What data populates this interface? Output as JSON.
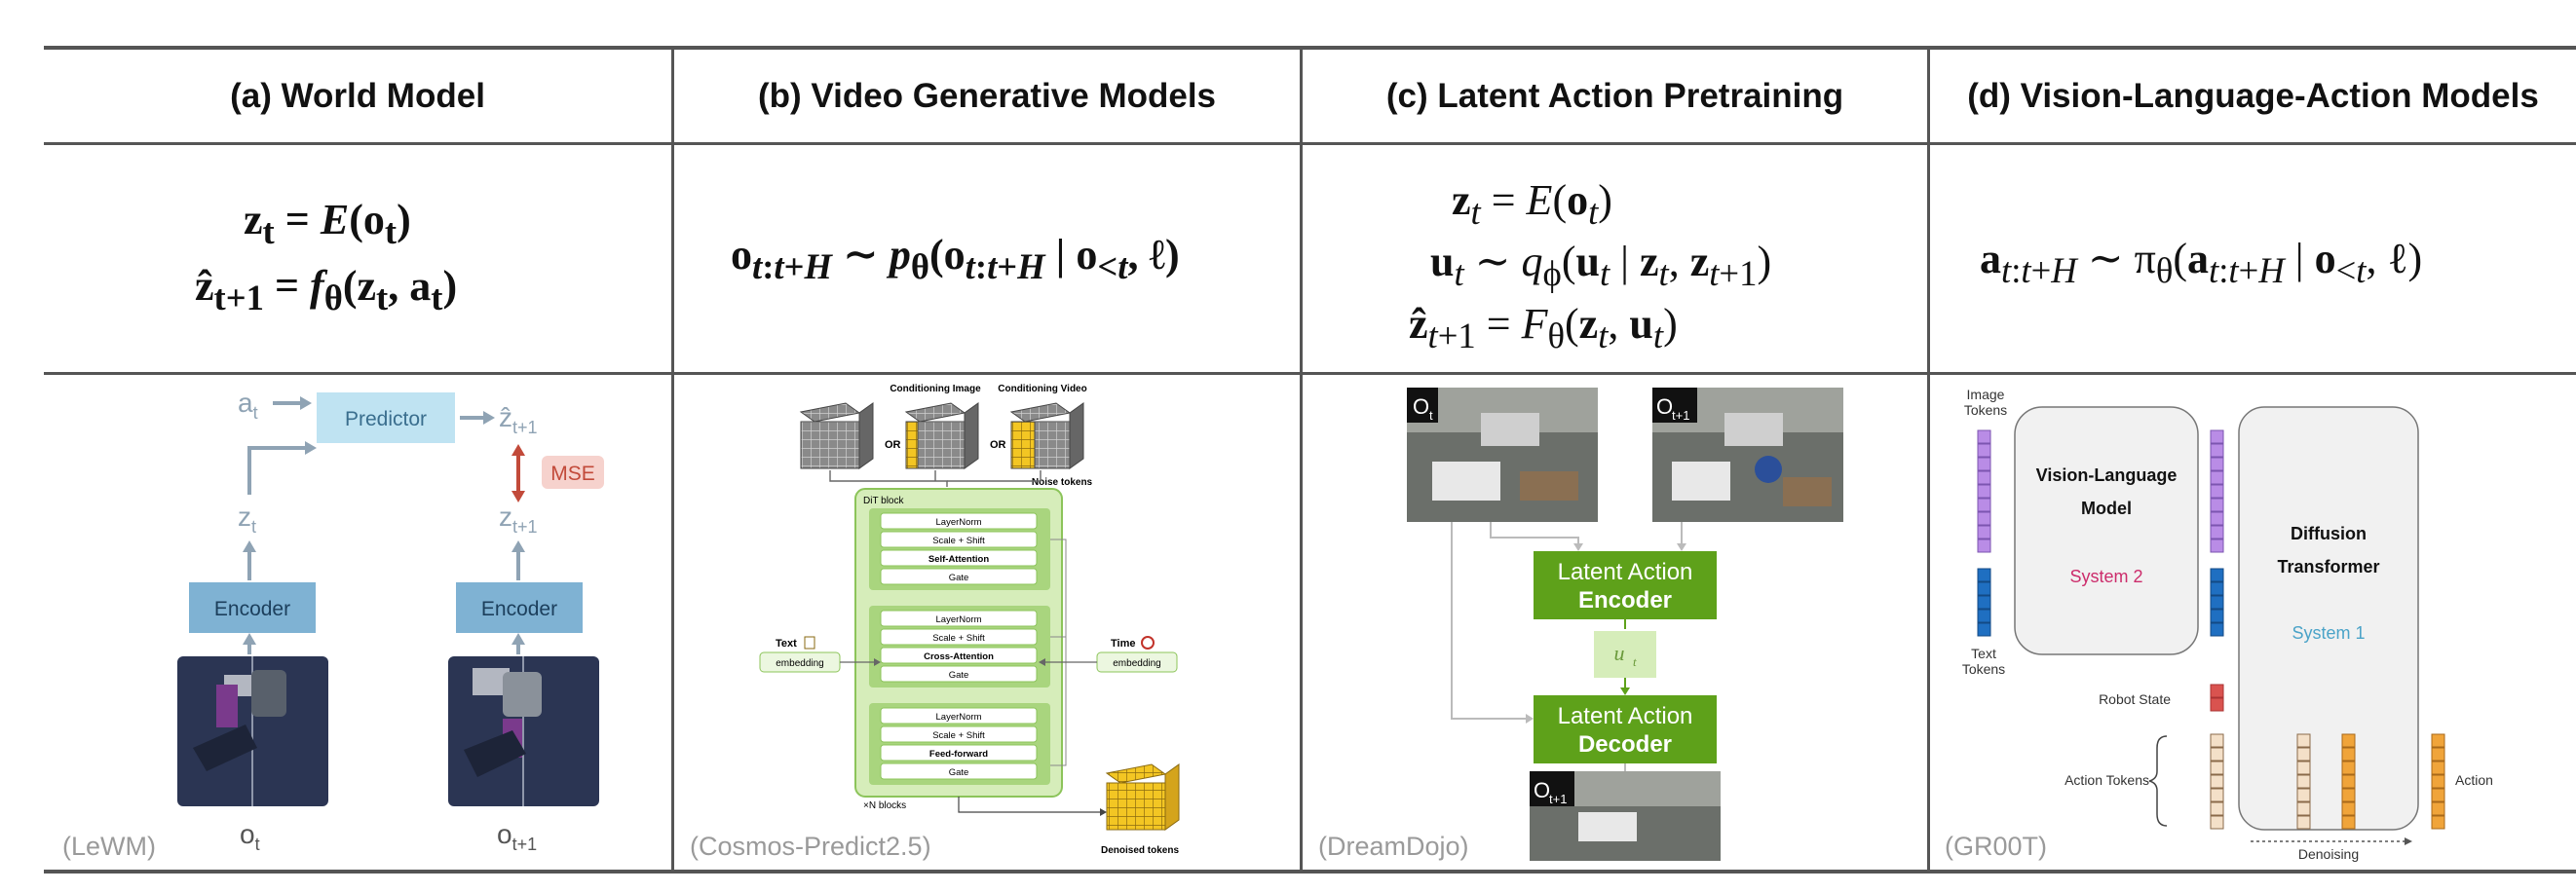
{
  "columns": [
    {
      "header": "(a) World Model",
      "equations": [
        "z<sub>t</sub> = <i>E</i>(o<sub>t</sub>)",
        "ẑ<sub>t+1</sub> = <i>f</i><sub>θ</sub>(z<sub>t</sub>, a<sub>t</sub>)"
      ],
      "source": "(LeWM)",
      "figure": {
        "a_t": "a",
        "a_t_sub": "t",
        "predictor": "Predictor",
        "zhat": "ẑ",
        "zhat_sub": "t+1",
        "mse": "MSE",
        "z_t": "z",
        "z_t_sub": "t",
        "z_t1": "z",
        "z_t1_sub": "t+1",
        "encoder_left": "Encoder",
        "encoder_right": "Encoder",
        "o_t": "o",
        "o_t_sub": "t",
        "o_t1": "o",
        "o_t1_sub": "t+1"
      }
    },
    {
      "header": "(b) Video Generative Models",
      "equation": "o<sub><i>t</i>:<i>t</i>+<i>H</i></sub> ∼ <i>p</i><sub>θ</sub>(o<sub><i>t</i>:<i>t</i>+<i>H</i></sub> | o<sub>&lt;<i>t</i></sub>, ℓ)",
      "source": "(Cosmos-Predict2.5)",
      "figure": {
        "conditioning_image": "Conditioning Image",
        "conditioning_video": "Conditioning Video",
        "or_1": "OR",
        "or_2": "OR",
        "noise_tokens": "Noise tokens",
        "dit_block": "DiT block",
        "blocks": [
          [
            "LayerNorm",
            "Scale + Shift",
            "Self-Attention",
            "Gate"
          ],
          [
            "LayerNorm",
            "Scale + Shift",
            "Cross-Attention",
            "Gate"
          ],
          [
            "LayerNorm",
            "Scale + Shift",
            "Feed-forward",
            "Gate"
          ]
        ],
        "text_label": "Text",
        "time_label": "Time",
        "embedding_left": "embedding",
        "embedding_right": "embedding",
        "n_blocks": "×N blocks",
        "denoised_tokens": "Denoised tokens"
      }
    },
    {
      "header": "(c) Latent Action Pretraining",
      "equations": [
        "<b>z</b><sub><i>t</i></sub> = <i>E</i>(<b>o</b><sub><i>t</i></sub>)",
        "<b>u</b><sub><i>t</i></sub> ∼ <i>q</i><sub>ϕ</sub>(<b>u</b><sub><i>t</i></sub> | <b>z</b><sub><i>t</i></sub>, <b>z</b><sub><i>t</i>+1</sub>)",
        "<b>ẑ</b><sub><i>t</i>+1</sub> = <i>F</i><sub>θ</sub>(<b>z</b><sub><i>t</i></sub>, <b>u</b><sub><i>t</i></sub>)"
      ],
      "source": "(DreamDojo)",
      "figure": {
        "o_t": "O",
        "o_t_sub": "t",
        "o_t1": "O",
        "o_t1_sub": "t+1",
        "o_t1_out": "O",
        "o_t1_out_sub": "t+1",
        "encoder_l1": "Latent Action",
        "encoder_l2": "Encoder",
        "u_t": "u",
        "u_t_sub": "t",
        "decoder_l1": "Latent Action",
        "decoder_l2": "Decoder"
      }
    },
    {
      "header": "(d) Vision-Language-Action Models",
      "equation": "<b>a</b><sub><i>t</i>:<i>t</i>+<i>H</i></sub> ∼ π<sub>θ</sub>(<b>a</b><sub><i>t</i>:<i>t</i>+<i>H</i></sub> | <b>o</b><sub>&lt;<i>t</i></sub>, ℓ)",
      "source": "(GR00T)",
      "figure": {
        "image_tokens_l1": "Image",
        "image_tokens_l2": "Tokens",
        "vlm_l1": "Vision-Language",
        "vlm_l2": "Model",
        "system2": "System 2",
        "text_tokens_l1": "Text",
        "text_tokens_l2": "Tokens",
        "dit_l1": "Diffusion",
        "dit_l2": "Transformer",
        "system1": "System 1",
        "robot_state": "Robot State",
        "action_tokens": "Action Tokens",
        "action": "Action",
        "denoising": "Denoising"
      }
    }
  ],
  "colors": {
    "predictor": "#bfe3f2",
    "encoder_a": "#7fb2d3",
    "mse": "#f6d2cd",
    "mse_text": "#c24a3a",
    "arrow_gray": "#8fa3b4",
    "green": "#5ea11a",
    "light_green": "#d6edba",
    "purple": "#b98ce6",
    "blue": "#1f6fc1",
    "red": "#d9534f",
    "orange": "#f0a43a",
    "peach": "#f4e0c8",
    "system2": "#cc2c6b",
    "system1": "#4aa3c8"
  }
}
